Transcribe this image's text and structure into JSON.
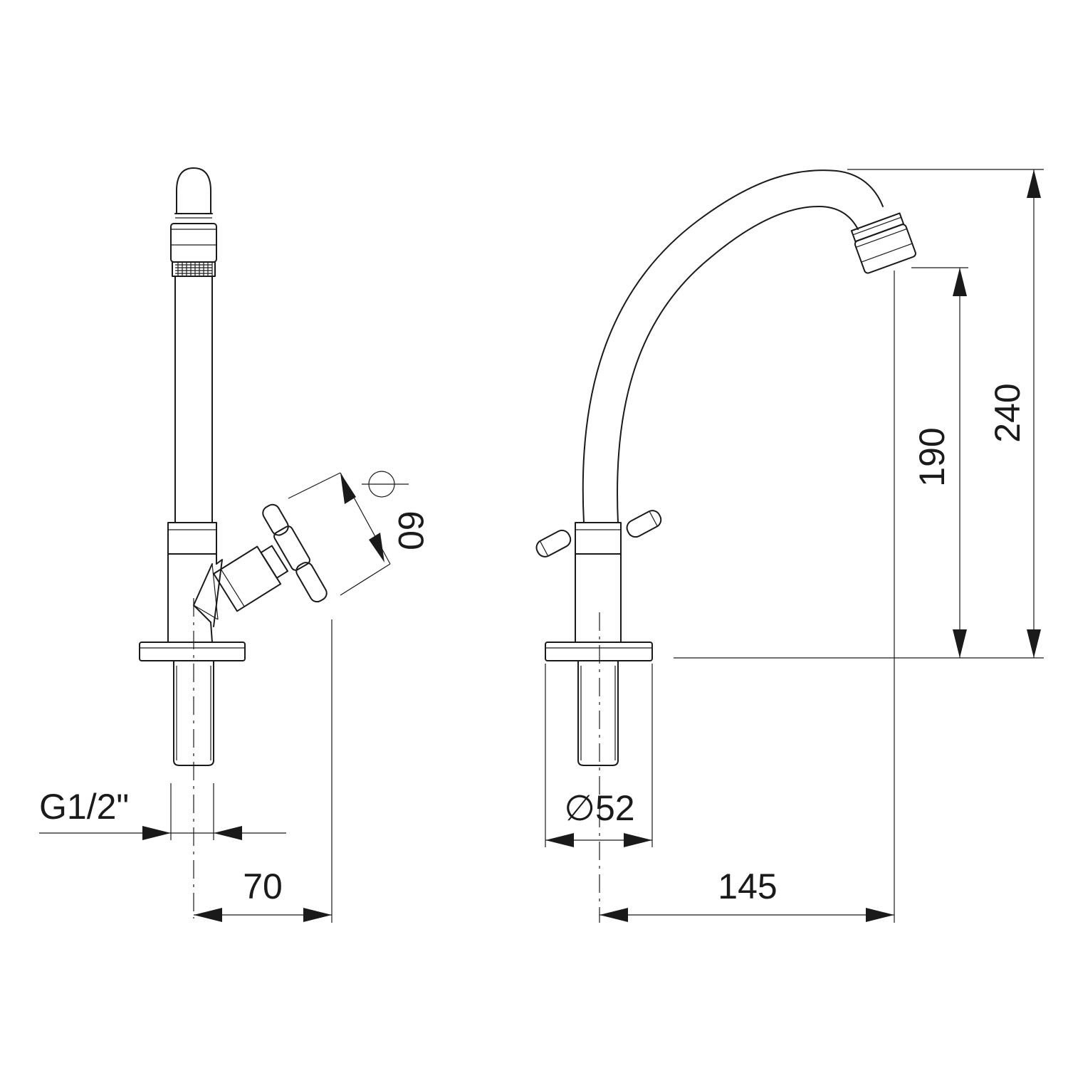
{
  "dimensions": {
    "thread": "G1/2\"",
    "side_offset": "70",
    "handle_swing": "60",
    "flange_diameter": "∅52",
    "spout_reach": "145",
    "outlet_height": "190",
    "total_height": "240"
  }
}
